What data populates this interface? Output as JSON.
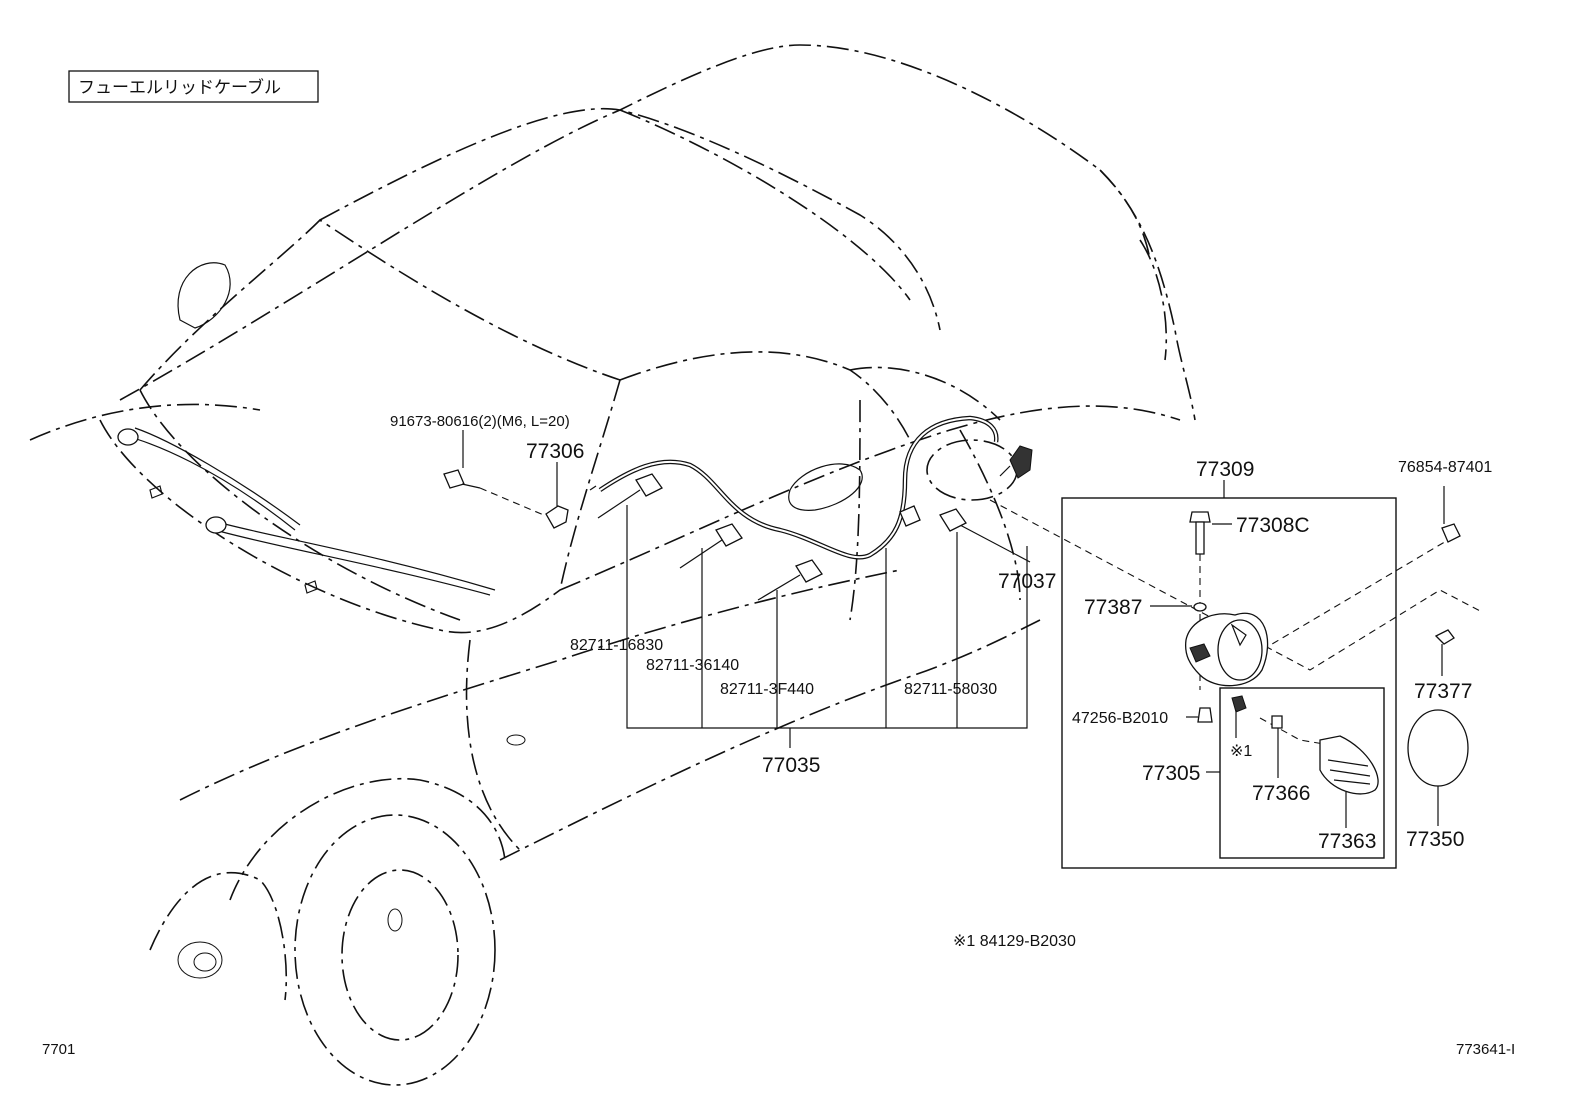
{
  "title": "フューエルリッドケーブル",
  "page_code_left": "7701",
  "page_code_right": "773641-I",
  "note": "※1  84129-B2030",
  "labels": {
    "bolt": "91673-80616(2)(M6, L=20)",
    "p77306": "77306",
    "p77309": "77309",
    "p76854": "76854-87401",
    "p77308c": "77308C",
    "p77037": "77037",
    "p77387": "77387",
    "p82711_16830": "82711-16830",
    "p82711_36140": "82711-36140",
    "p82711_3f440": "82711-3F440",
    "p82711_58030": "82711-58030",
    "p77035": "77035",
    "p47256": "47256-B2010",
    "mark1": "※1",
    "p77305": "77305",
    "p77366": "77366",
    "p77363": "77363",
    "p77377": "77377",
    "p77350": "77350"
  }
}
